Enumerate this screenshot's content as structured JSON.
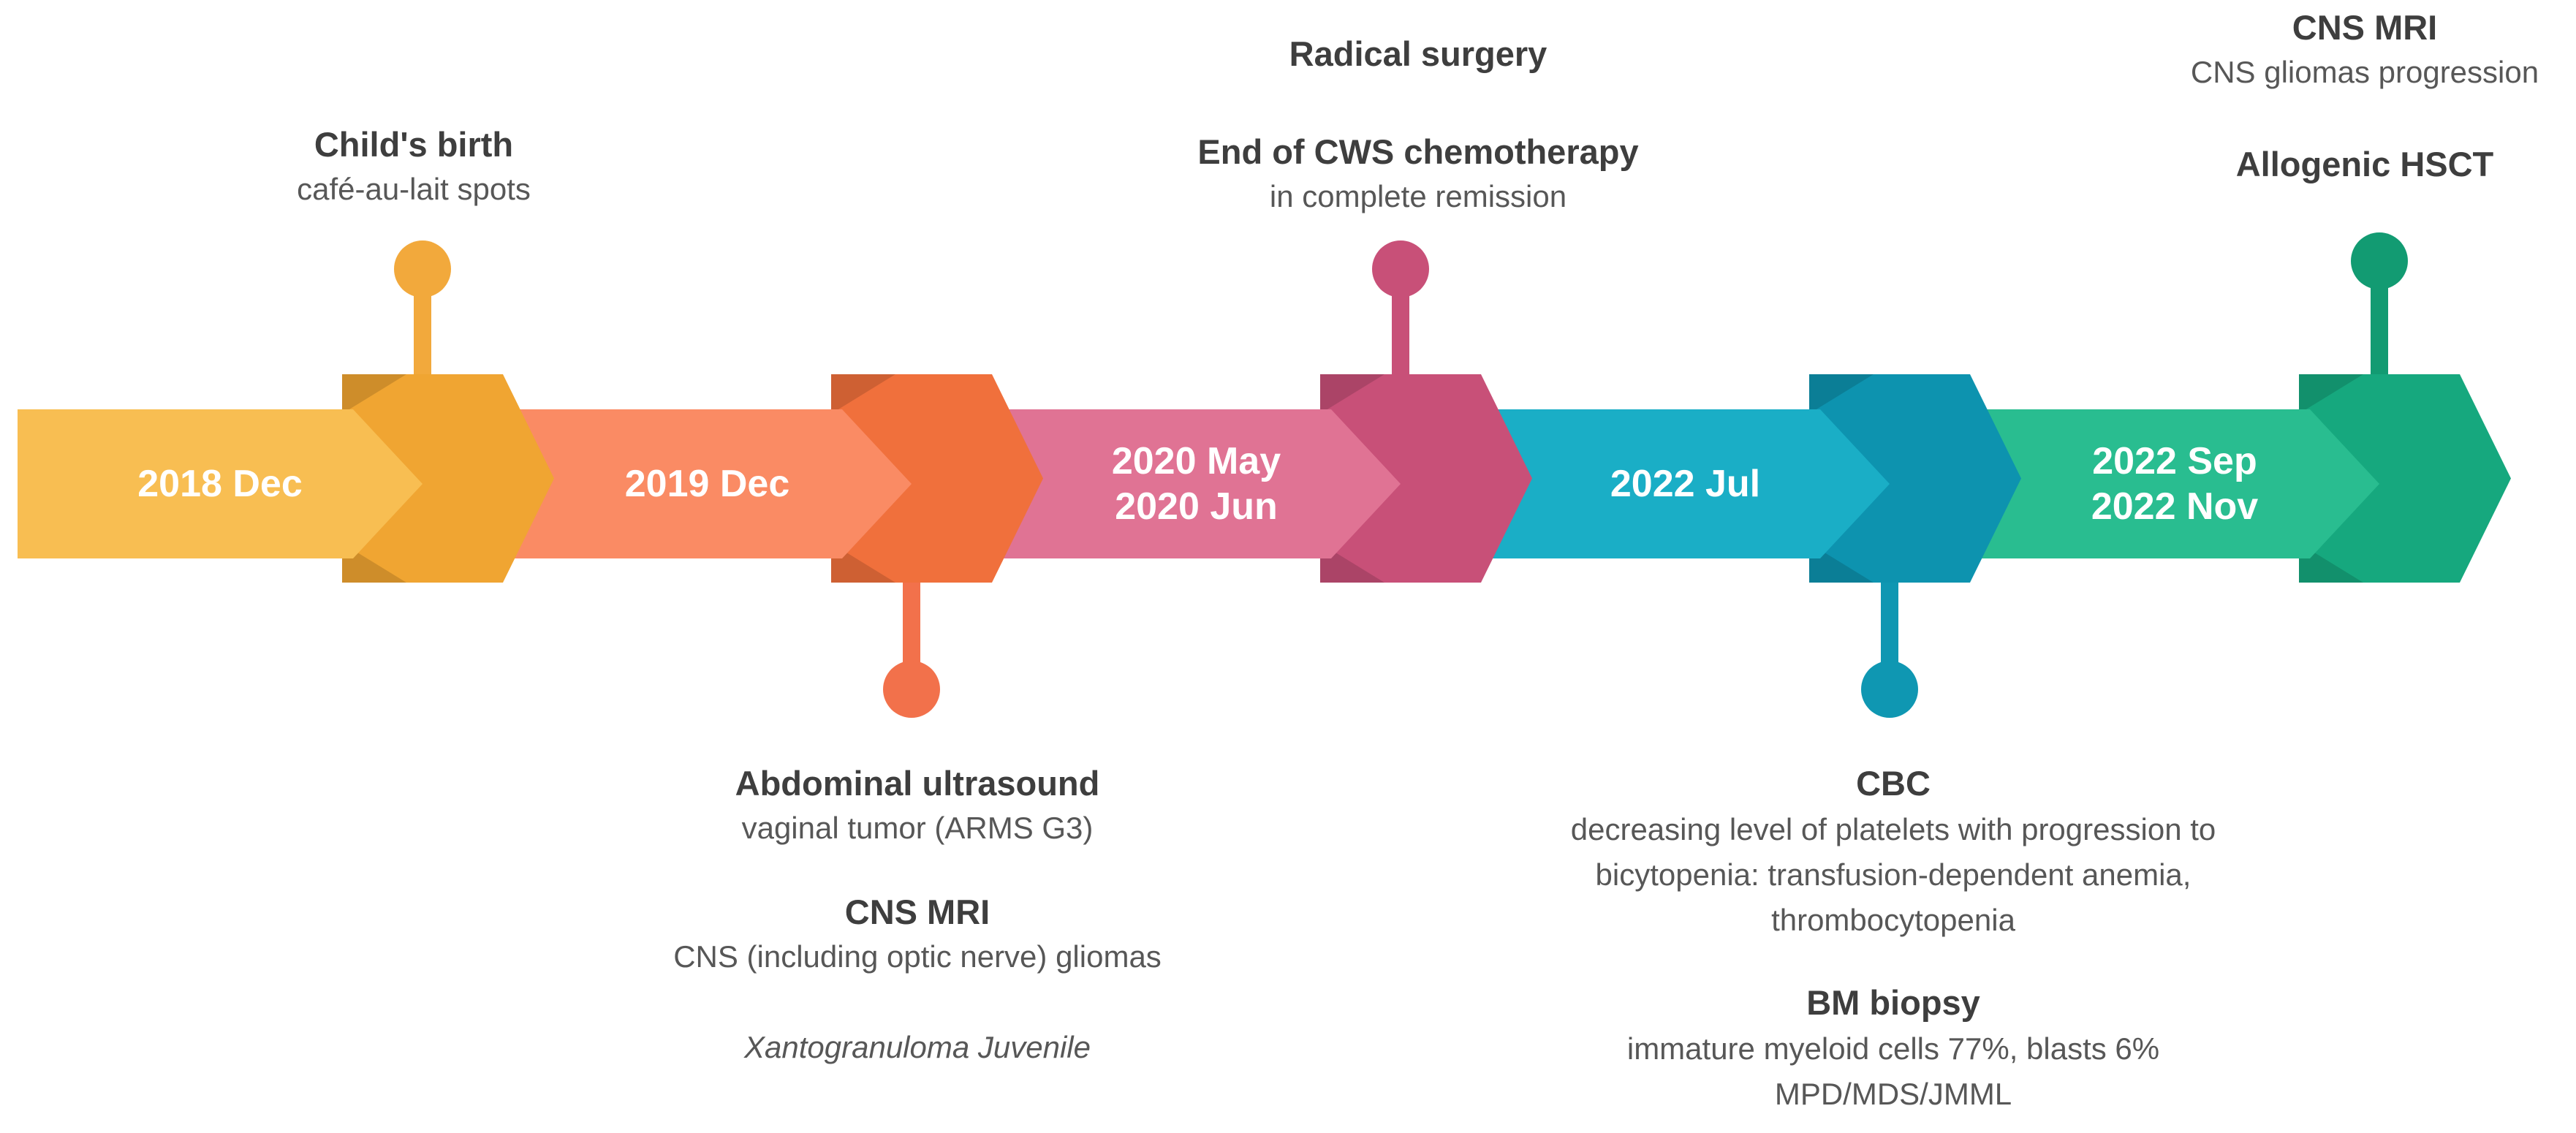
{
  "diagram_type": "patient-history-timeline",
  "colors": {
    "background": "#FFFFFF",
    "heading_text": "#3E3E3E",
    "body_text": "#575757",
    "label_text": "#FFFFFF"
  },
  "timeline": {
    "segments": [
      {
        "line1": "2018 Dec",
        "line2": "",
        "bar_color": "#F8BE52",
        "arrow_color": "#F0A532"
      },
      {
        "line1": "2019 Dec",
        "line2": "",
        "bar_color": "#FA8B64",
        "arrow_color": "#F0703C"
      },
      {
        "line1": "2020 May",
        "line2": "2020 Jun",
        "bar_color": "#E07394",
        "arrow_color": "#C85078"
      },
      {
        "line1": "2022 Jul",
        "line2": "",
        "bar_color": "#1AAEC6",
        "arrow_color": "#0D93AF"
      },
      {
        "line1": "2022 Sep",
        "line2": "2022 Nov",
        "bar_color": "#29BD90",
        "arrow_color": "#16A87E"
      }
    ],
    "pins": [
      {
        "position": "top",
        "color": "#F2A93C"
      },
      {
        "position": "bottom",
        "color": "#F2714B"
      },
      {
        "position": "top",
        "color": "#C85078"
      },
      {
        "position": "bottom",
        "color": "#0F97B2"
      },
      {
        "position": "top",
        "color": "#129B72"
      }
    ]
  },
  "annotations": {
    "birth": {
      "title": "Child's birth",
      "subtitle": "café-au-lait spots"
    },
    "surgery": {
      "title": "Radical surgery"
    },
    "cws": {
      "title": "End of CWS chemotherapy",
      "subtitle": "in complete remission"
    },
    "cns_top": {
      "title": "CNS MRI",
      "subtitle": "CNS gliomas progression"
    },
    "hsct": {
      "title": "Allogenic HSCT"
    },
    "abdominal": {
      "title": "Abdominal ultrasound",
      "subtitle": "vaginal tumor (ARMS G3)"
    },
    "cns_bottom": {
      "title": "CNS MRI",
      "subtitle": "CNS (including optic nerve) gliomas"
    },
    "xantogranuloma": {
      "note": "Xantogranuloma Juvenile"
    },
    "cbc": {
      "title": "CBC",
      "line1": "decreasing level of platelets with progression to",
      "line2": "bicytopenia: transfusion-dependent anemia,",
      "line3": "thrombocytopenia"
    },
    "bm": {
      "title": "BM biopsy",
      "line1": "immature myeloid cells 77%, blasts 6%",
      "line2": "MPD/MDS/JMML"
    }
  }
}
